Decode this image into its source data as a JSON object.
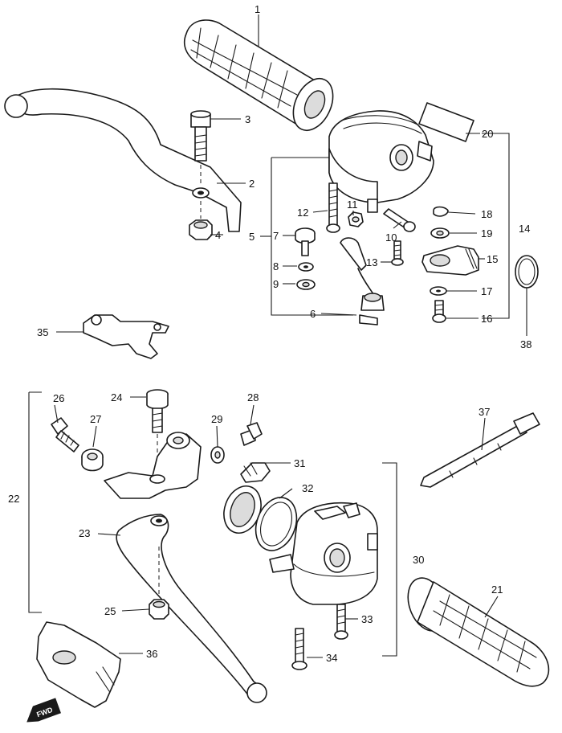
{
  "diagram": {
    "callouts": [
      {
        "key": "c1",
        "text": "1"
      },
      {
        "key": "c2",
        "text": "2"
      },
      {
        "key": "c3",
        "text": "3"
      },
      {
        "key": "c4",
        "text": "4"
      },
      {
        "key": "c5",
        "text": "5"
      },
      {
        "key": "c6",
        "text": "6"
      },
      {
        "key": "c7",
        "text": "7"
      },
      {
        "key": "c8",
        "text": "8"
      },
      {
        "key": "c9",
        "text": "9"
      },
      {
        "key": "c10",
        "text": "10"
      },
      {
        "key": "c11",
        "text": "11"
      },
      {
        "key": "c12",
        "text": "12"
      },
      {
        "key": "c13",
        "text": "13"
      },
      {
        "key": "c14",
        "text": "14"
      },
      {
        "key": "c15",
        "text": "15"
      },
      {
        "key": "c16",
        "text": "16"
      },
      {
        "key": "c17",
        "text": "17"
      },
      {
        "key": "c18",
        "text": "18"
      },
      {
        "key": "c19",
        "text": "19"
      },
      {
        "key": "c20",
        "text": "20"
      },
      {
        "key": "c21",
        "text": "21"
      },
      {
        "key": "c22",
        "text": "22"
      },
      {
        "key": "c23",
        "text": "23"
      },
      {
        "key": "c24",
        "text": "24"
      },
      {
        "key": "c25",
        "text": "25"
      },
      {
        "key": "c26",
        "text": "26"
      },
      {
        "key": "c27",
        "text": "27"
      },
      {
        "key": "c28",
        "text": "28"
      },
      {
        "key": "c29",
        "text": "29"
      },
      {
        "key": "c30",
        "text": "30"
      },
      {
        "key": "c31",
        "text": "31"
      },
      {
        "key": "c32",
        "text": "32"
      },
      {
        "key": "c33",
        "text": "33"
      },
      {
        "key": "c34",
        "text": "34"
      },
      {
        "key": "c35",
        "text": "35"
      },
      {
        "key": "c36",
        "text": "36"
      },
      {
        "key": "c37",
        "text": "37"
      },
      {
        "key": "c38",
        "text": "38"
      }
    ],
    "direction_badge": "FWD"
  }
}
